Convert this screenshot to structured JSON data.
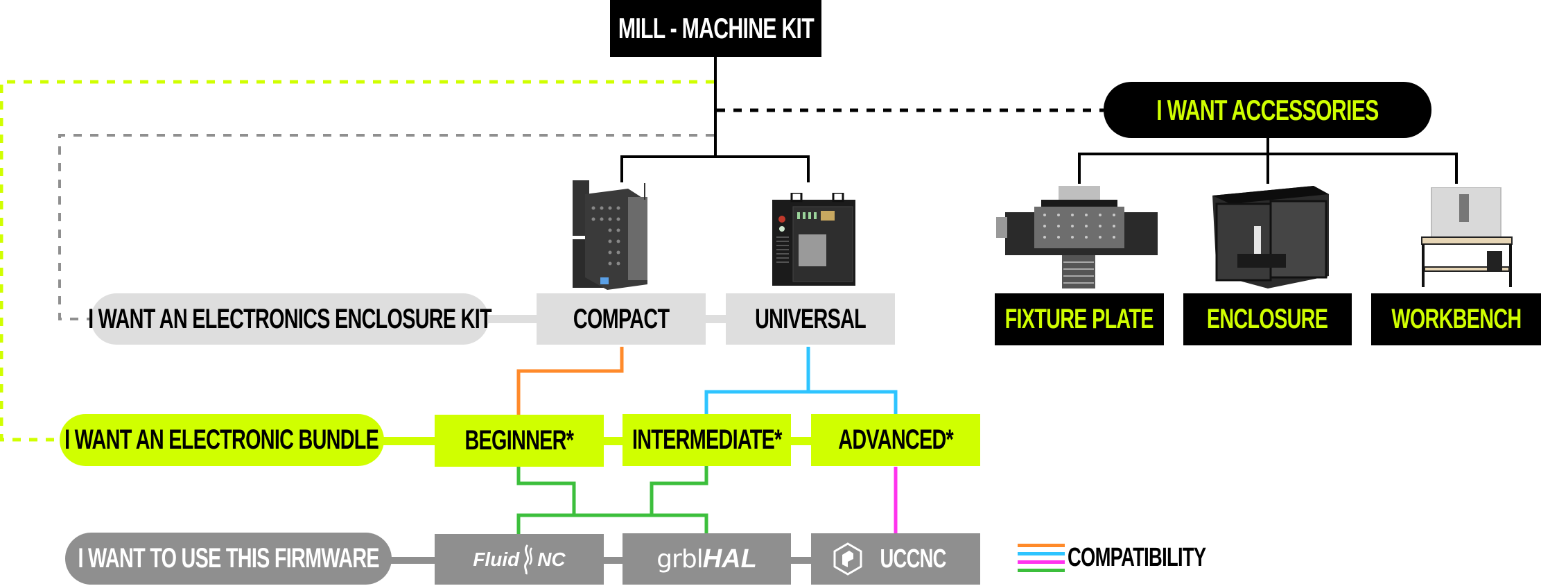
{
  "root": {
    "label": "MILL - MACHINE KIT"
  },
  "accessories": {
    "label": "I WANT ACCESSORIES",
    "items": [
      {
        "label": "FIXTURE PLATE",
        "image": "fixture-plate-product-image"
      },
      {
        "label": "ENCLOSURE",
        "image": "enclosure-product-image"
      },
      {
        "label": "WORKBENCH",
        "image": "workbench-product-image"
      }
    ]
  },
  "enclosure_kit": {
    "label": "I WANT AN ELECTRONICS ENCLOSURE KIT",
    "options": [
      {
        "label": "COMPACT",
        "image": "compact-enclosure-image"
      },
      {
        "label": "UNIVERSAL",
        "image": "universal-enclosure-image"
      }
    ]
  },
  "bundle": {
    "label": "I WANT AN ELECTRONIC BUNDLE",
    "options": [
      {
        "label": "BEGINNER*"
      },
      {
        "label": "INTERMEDIATE*"
      },
      {
        "label": "ADVANCED*"
      }
    ]
  },
  "firmware": {
    "label": "I WANT TO USE THIS FIRMWARE",
    "options": [
      {
        "label_a": "Fluid",
        "label_b": "NC",
        "icon": "fluidnc-flame-icon"
      },
      {
        "label_a": "grbl",
        "label_b": "HAL"
      },
      {
        "label": "UCCNC",
        "icon": "uccnc-hexagon-icon"
      }
    ]
  },
  "legend": {
    "label": "COMPATIBILITY",
    "colors": [
      "#ff8a2a",
      "#2ec4ff",
      "#ff33ee",
      "#3cbf3c"
    ]
  },
  "colors": {
    "lime": "#d0ff00",
    "light_grey": "#dedede",
    "dark_grey": "#8f8f8f",
    "black": "#000000",
    "orange": "#ff8a2a",
    "blue": "#2ec4ff",
    "magenta": "#ff33ee",
    "green": "#3cbf3c",
    "dashed_grey": "#8f8f8f"
  }
}
